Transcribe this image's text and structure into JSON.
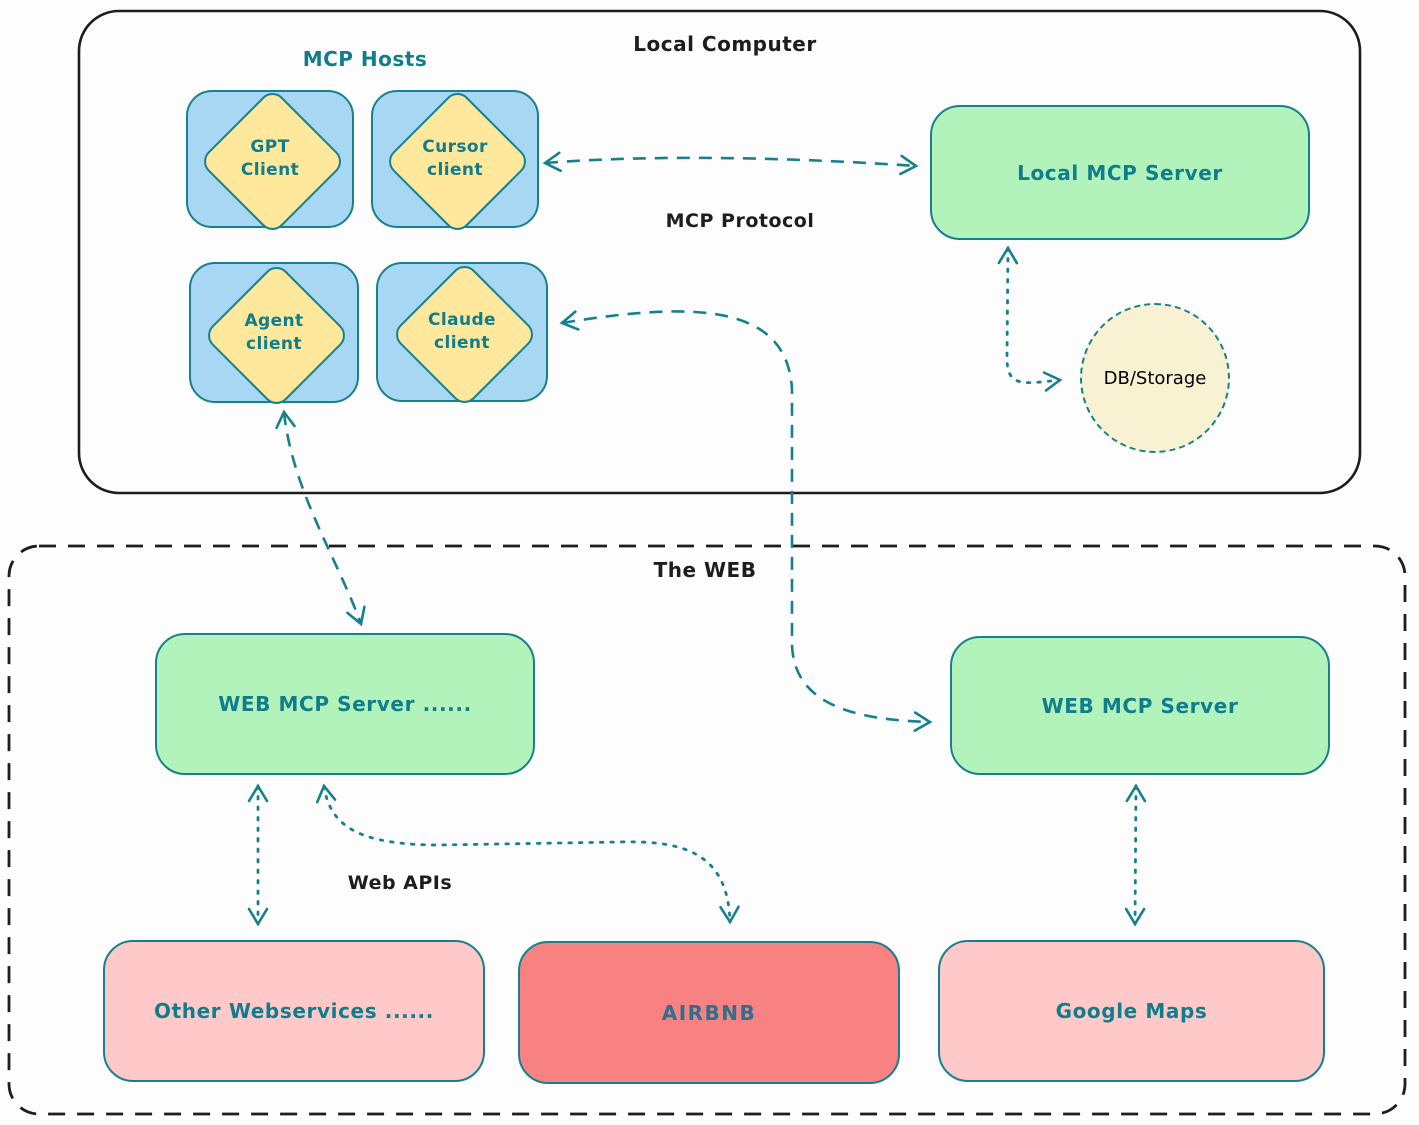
{
  "local_computer": {
    "title": "Local Computer",
    "mcp_hosts_title": "MCP Hosts",
    "mcp_protocol_label": "MCP Protocol"
  },
  "clients": [
    {
      "lines": [
        "GPT",
        "Client"
      ]
    },
    {
      "lines": [
        "Cursor",
        "client"
      ]
    },
    {
      "lines": [
        "Agent",
        "client"
      ]
    },
    {
      "lines": [
        "Claude",
        "client"
      ]
    }
  ],
  "local_mcp_server": {
    "label": "Local MCP Server"
  },
  "db_storage": {
    "label": "DB/Storage"
  },
  "web": {
    "title": "The WEB",
    "web_apis_label": "Web APIs",
    "left_server_label": "WEB MCP Server ......",
    "right_server_label": "WEB MCP Server",
    "services": [
      {
        "label": "Other Webservices ......"
      },
      {
        "label": "AIRBNB"
      },
      {
        "label": "Google Maps"
      }
    ]
  },
  "colors": {
    "stroke_teal": "#17808f",
    "text_teal": "#107d8d",
    "ink": "#1d1d1d",
    "client_blue": "#a7d7f2",
    "diamond_yellow": "#ffe89b",
    "server_green": "#b2f2bb",
    "storage_cream": "#f8f2d2",
    "service_pink": "#ffc9c9",
    "service_red": "#f88181"
  }
}
